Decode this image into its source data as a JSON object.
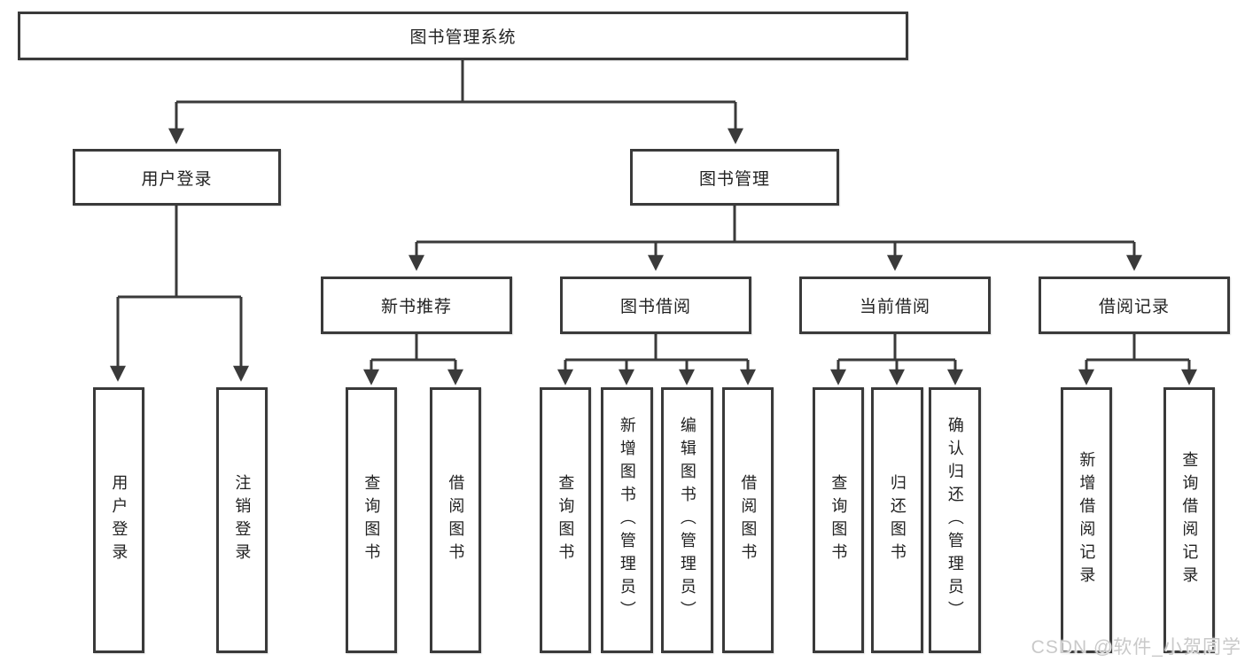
{
  "tree": {
    "root": {
      "label": "图书管理系统"
    },
    "level2": [
      {
        "label": "用户登录",
        "children": [
          "用户登录",
          "注销登录"
        ]
      },
      {
        "label": "图书管理",
        "sections": [
          {
            "label": "新书推荐",
            "children": [
              "查询图书",
              "借阅图书"
            ]
          },
          {
            "label": "图书借阅",
            "children": [
              "查询图书",
              "新增图书（管理员）",
              "编辑图书（管理员）",
              "借阅图书"
            ]
          },
          {
            "label": "当前借阅",
            "children": [
              "查询图书",
              "归还图书",
              "确认归还（管理员）"
            ]
          },
          {
            "label": "借阅记录",
            "children": [
              "新增借阅记录",
              "查询借阅记录"
            ]
          }
        ]
      }
    ]
  },
  "watermark": "CSDN @软件_小贺同学",
  "colors": {
    "line": "#3a3a3a",
    "text": "#222222",
    "watermark": "#c9c9c9",
    "background": "#ffffff"
  }
}
